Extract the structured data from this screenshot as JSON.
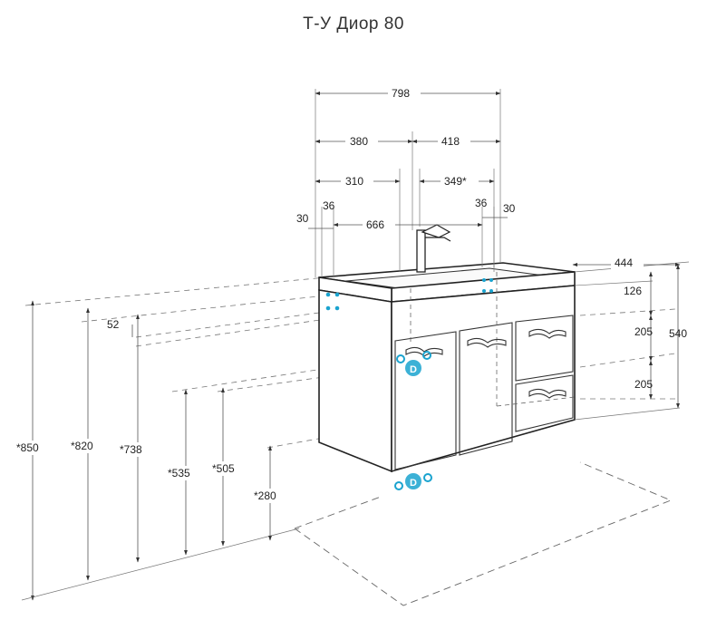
{
  "title": "Т-У Диор 80",
  "colors": {
    "accent": "#1aa3cf",
    "line": "#222222",
    "dim": "#555555"
  },
  "dimensions": {
    "total_width": "798",
    "left_part": "380",
    "right_part": "418",
    "left_offset": "310",
    "right_offset": "349*",
    "inner_width": "666",
    "edge_left_30": "30",
    "edge_left_36": "36",
    "edge_right_36": "36",
    "edge_right_30": "30",
    "depth": "444",
    "top_126": "126",
    "drawer_205_a": "205",
    "drawer_205_b": "205",
    "height_540": "540",
    "h_850": "*850",
    "h_820": "*820",
    "h_738": "*738",
    "h_535": "*535",
    "h_505": "*505",
    "h_280": "*280",
    "h_52": "52"
  },
  "icons": [
    "drain-icon"
  ]
}
